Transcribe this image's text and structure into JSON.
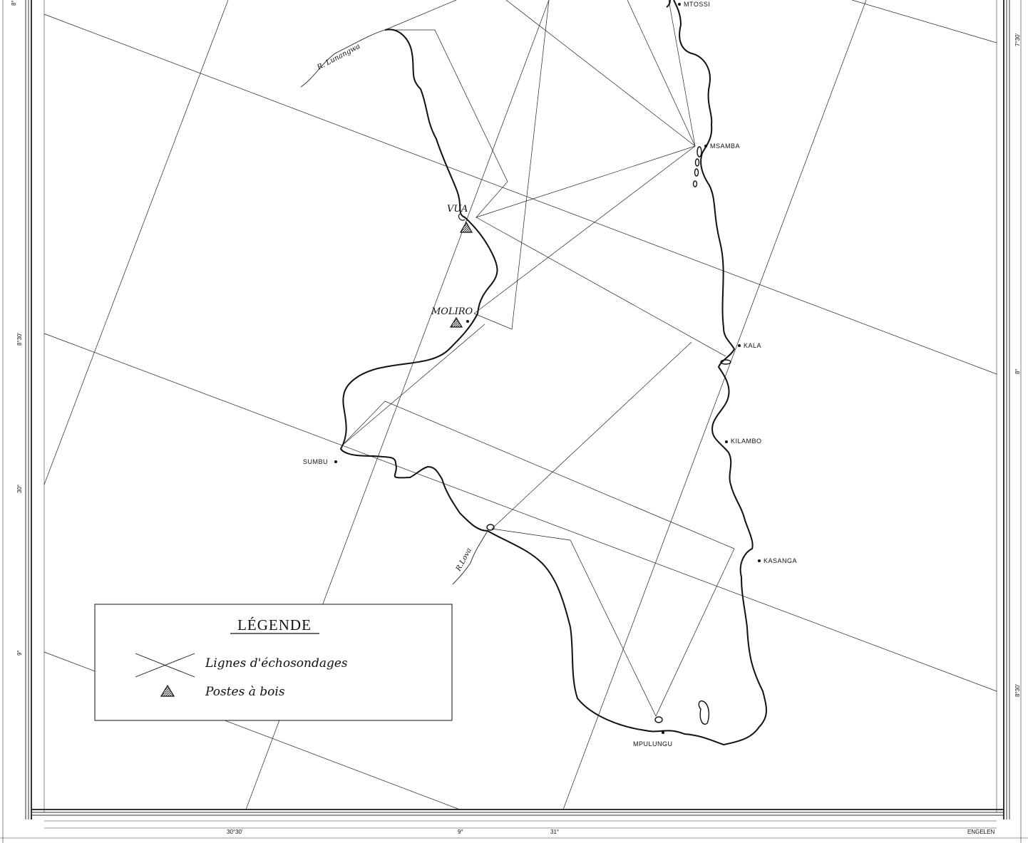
{
  "map": {
    "places": {
      "mtossi": "MTOSSI",
      "msamba": "MSAMBA",
      "vua": "VUA",
      "moliro": "MOLIRO",
      "kala": "KALA",
      "kilambo": "KILAMBO",
      "sumbu": "SUMBU",
      "kasanga": "KASANGA",
      "mpulungu": "MPULUNGU"
    },
    "rivers": {
      "lunangwa": "R. Lunangwa",
      "lova": "R.Lova"
    },
    "coordinates": {
      "left_top": "8°",
      "left_mid": "8°30'",
      "left_30": "30°",
      "left_9": "9°",
      "right_top": "7°30'",
      "right_mid": "8°",
      "right_low": "8°30'",
      "bottom_1": "30°30'",
      "bottom_2": "9°",
      "bottom_3": "31°"
    },
    "credit": "ENGELEN"
  },
  "legend": {
    "title": "LÉGENDE",
    "items": [
      {
        "icon": "crossed-lines-icon",
        "label": "Lignes d'échosondages"
      },
      {
        "icon": "triangle-icon",
        "label": "Postes à bois"
      }
    ]
  }
}
